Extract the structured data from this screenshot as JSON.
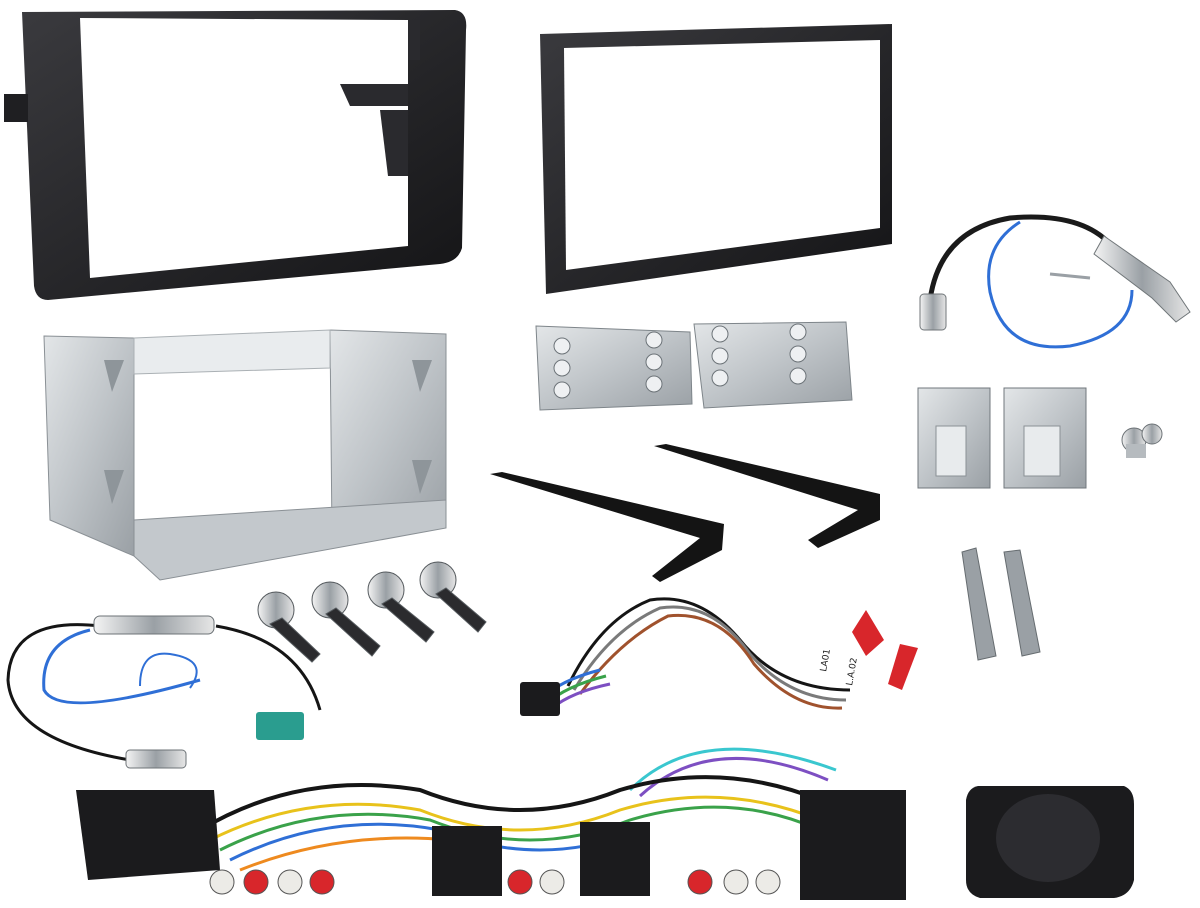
{
  "image": {
    "kind": "product-photo",
    "background": "#ffffff"
  },
  "colors": {
    "frame_black": "#1b1b1d",
    "frame_edge": "#3a3a3e",
    "cage_metal": "#cfd3d6",
    "cage_shadow": "#9aa0a5",
    "wire_blue": "#2f6fd6",
    "wire_black": "#151515",
    "connector_teal": "#2a9d8f",
    "rca_red": "#d8262b",
    "rca_white": "#ecebe7",
    "wire_yellow": "#e8c21b",
    "wire_green": "#3aa24a",
    "wire_purple": "#7d4fc2",
    "wire_orange": "#ee8a1f",
    "wire_cyan": "#3ac7cf"
  },
  "items": [
    {
      "id": "double-din-fascia-left",
      "icon": "fascia-frame"
    },
    {
      "id": "double-din-fascia-right",
      "icon": "fascia-frame"
    },
    {
      "id": "metal-mounting-cage",
      "icon": "cage"
    },
    {
      "id": "mounting-brackets",
      "icon": "bracket"
    },
    {
      "id": "foam-strips",
      "icon": "foam-strip"
    },
    {
      "id": "antenna-adapter-top",
      "icon": "antenna-cable"
    },
    {
      "id": "support-clips",
      "icon": "clip"
    },
    {
      "id": "screws",
      "icon": "screw"
    },
    {
      "id": "release-keys",
      "icon": "release-key"
    },
    {
      "id": "removal-tools",
      "icon": "removal-tool"
    },
    {
      "id": "antenna-adapter-fakra",
      "icon": "antenna-cable"
    },
    {
      "id": "steering-control-lead",
      "icon": "wiring-lead"
    },
    {
      "id": "steering-interface-harness",
      "icon": "wiring-harness"
    },
    {
      "id": "interface-module",
      "icon": "module"
    }
  ],
  "labels": {
    "sticker_1": "LA01",
    "sticker_2": "L.A.02"
  }
}
